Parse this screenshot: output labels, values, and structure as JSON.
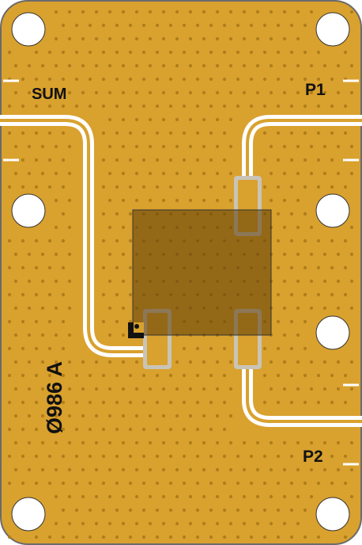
{
  "board": {
    "port_labels": {
      "sum": "SUM",
      "p1": "P1",
      "p2": "P2"
    },
    "part_marking": "Ø986 A"
  },
  "colors": {
    "substrate": "#d9a12e",
    "via": "#b07d1b",
    "trace": "#ffffff",
    "pad_gap": "#c9c4b8",
    "chip_overlay": "#7a5510",
    "text": "#111111",
    "outline": "#6a6a6a"
  }
}
